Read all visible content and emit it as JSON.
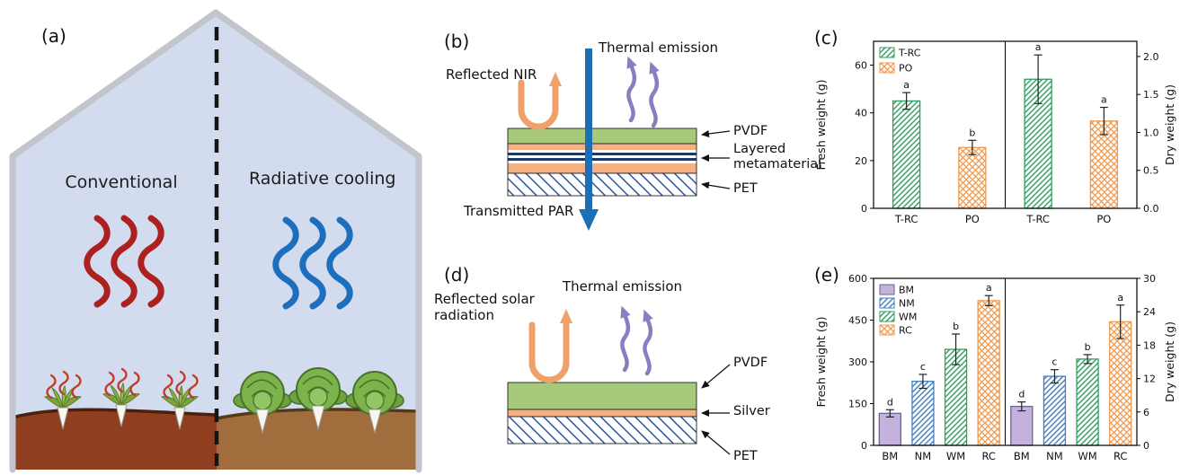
{
  "panel_a": {
    "label": "(a)",
    "left_zone": "Conventional",
    "right_zone": "Radiative cooling"
  },
  "panel_b": {
    "label": "(b)",
    "reflected": "Reflected NIR",
    "thermal": "Thermal emission",
    "transmitted": "Transmitted PAR",
    "layer_pvdf": "PVDF",
    "layer_meta": "Layered metamaterial",
    "layer_pet": "PET"
  },
  "panel_d": {
    "label": "(d)",
    "reflected": "Reflected solar radiation",
    "thermal": "Thermal emission",
    "layer_pvdf": "PVDF",
    "layer_silver": "Silver",
    "layer_pet": "PET"
  },
  "chart_data": [
    {
      "id": "chart-c",
      "panel_label": "(c)",
      "type": "bar",
      "axes": {
        "left": {
          "label": "Fresh weight (g)",
          "lim": [
            0,
            70
          ],
          "ticks": [
            "0",
            "20",
            "40",
            "60"
          ]
        },
        "right": {
          "label": "Dry weight (g)",
          "lim": [
            0,
            2.2
          ],
          "ticks": [
            "0.0",
            "0.5",
            "1.0",
            "1.5",
            "2.0"
          ]
        }
      },
      "legend": [
        {
          "label": "T-RC",
          "style": "green-hatch"
        },
        {
          "label": "PO",
          "style": "orange-cross"
        }
      ],
      "groups": [
        {
          "axis": "left",
          "bars": [
            {
              "x": "T-RC",
              "style": "green-hatch",
              "value": 45,
              "error": 3.5,
              "sig": "a"
            },
            {
              "x": "PO",
              "style": "orange-cross",
              "value": 25.5,
              "error": 3,
              "sig": "b"
            }
          ]
        },
        {
          "axis": "right",
          "bars": [
            {
              "x": "T-RC",
              "style": "green-hatch",
              "value": 1.7,
              "error": 0.32,
              "sig": "a"
            },
            {
              "x": "PO",
              "style": "orange-cross",
              "value": 1.15,
              "error": 0.18,
              "sig": "a"
            }
          ]
        }
      ]
    },
    {
      "id": "chart-e",
      "panel_label": "(e)",
      "type": "bar",
      "axes": {
        "left": {
          "label": "Fresh weight (g)",
          "lim": [
            0,
            600
          ],
          "ticks": [
            "0",
            "150",
            "300",
            "450",
            "600"
          ]
        },
        "right": {
          "label": "Dry weight (g)",
          "lim": [
            0,
            30
          ],
          "ticks": [
            "0",
            "6",
            "12",
            "18",
            "24",
            "30"
          ]
        }
      },
      "legend": [
        {
          "label": "BM",
          "style": "purple-solid"
        },
        {
          "label": "NM",
          "style": "blue-hatch"
        },
        {
          "label": "WM",
          "style": "green-hatch"
        },
        {
          "label": "RC",
          "style": "orange-cross"
        }
      ],
      "groups": [
        {
          "axis": "left",
          "bars": [
            {
              "x": "BM",
              "style": "purple-solid",
              "value": 115,
              "error": 13,
              "sig": "d"
            },
            {
              "x": "NM",
              "style": "blue-hatch",
              "value": 230,
              "error": 25,
              "sig": "c"
            },
            {
              "x": "WM",
              "style": "green-hatch",
              "value": 345,
              "error": 55,
              "sig": "b"
            },
            {
              "x": "RC",
              "style": "orange-cross",
              "value": 520,
              "error": 18,
              "sig": "a"
            }
          ]
        },
        {
          "axis": "right",
          "bars": [
            {
              "x": "BM",
              "style": "purple-solid",
              "value": 7,
              "error": 0.8,
              "sig": "d"
            },
            {
              "x": "NM",
              "style": "blue-hatch",
              "value": 12.4,
              "error": 1.2,
              "sig": "c"
            },
            {
              "x": "WM",
              "style": "green-hatch",
              "value": 15.5,
              "error": 0.8,
              "sig": "b"
            },
            {
              "x": "RC",
              "style": "orange-cross",
              "value": 22.2,
              "error": 3,
              "sig": "a"
            }
          ]
        }
      ]
    }
  ],
  "palette": {
    "green": "#2f9e5f",
    "orange": "#ef9a4f",
    "blue": "#3f7fc1",
    "purple_fill": "#c3b2de",
    "purple_edge": "#6f6390",
    "heat_red": "#ad2020",
    "cool_blue": "#1d6fbd",
    "pvdf_green": "#a6c97c",
    "silver_orange": "#f4b183",
    "pet_hatch_blue": "#2f5597"
  }
}
